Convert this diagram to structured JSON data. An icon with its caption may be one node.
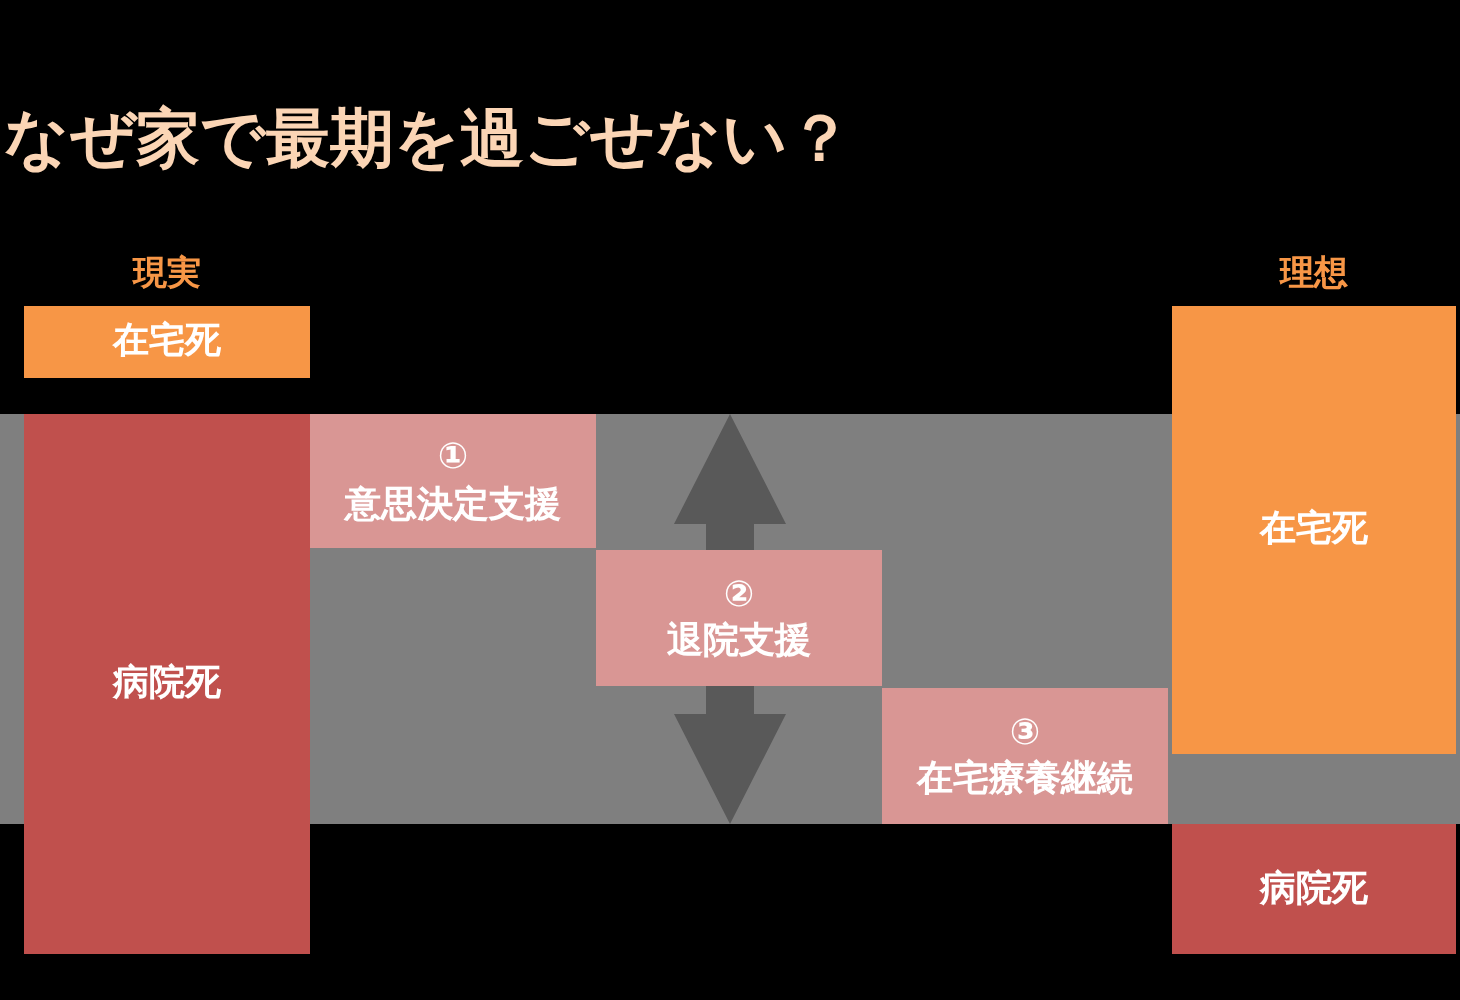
{
  "diagram": {
    "title": "なぜ家で最期を過ごせない？",
    "nodes": [
      {
        "text": [
          "在宅死"
        ]
      },
      {
        "text": [
          "病院死"
        ]
      },
      {
        "text": [
          "①",
          "意思決定支援"
        ]
      },
      {
        "text": [
          "②",
          "退院支援"
        ]
      },
      {
        "text": [
          "③",
          "在宅療養継続"
        ]
      },
      {
        "text": [
          "在宅死"
        ]
      },
      {
        "text": [
          "病院死"
        ]
      }
    ],
    "labels": [
      "現実",
      "理想"
    ]
  }
}
